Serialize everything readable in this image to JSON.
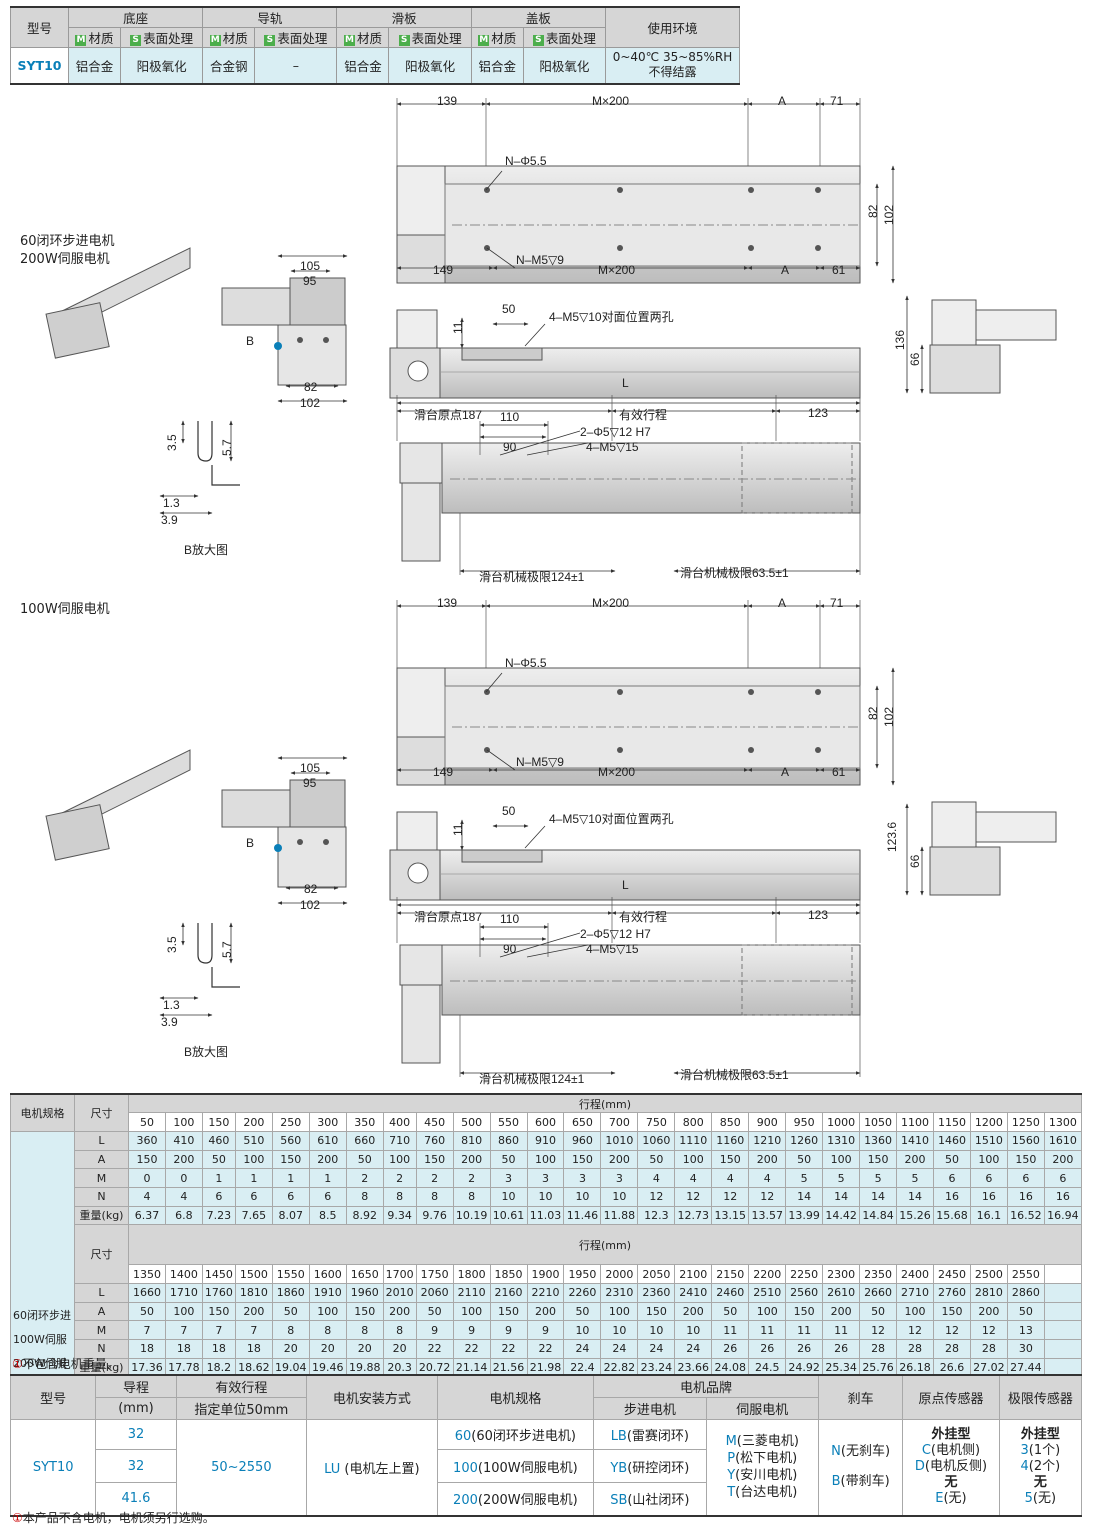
{
  "spec": {
    "model_header": "型号",
    "base": "底座",
    "rail": "导轨",
    "slider": "滑板",
    "cover": "盖板",
    "env_header": "使用环境",
    "material_tag": "M",
    "material": "材质",
    "surface_tag": "S",
    "surface": "表面处理",
    "model": "SYT10",
    "base_material": "铝合金",
    "base_surface": "阳极氧化",
    "rail_material": "合金钢",
    "rail_surface": "–",
    "slider_material": "铝合金",
    "slider_surface": "阳极氧化",
    "cover_material": "铝合金",
    "cover_surface": "阳极氧化",
    "env_line1": "0~40℃ 35~85%RH",
    "env_line2": "不得结露"
  },
  "section1": {
    "title1": "60闭环步进电机",
    "title2": "200W伺服电机"
  },
  "section2": {
    "title": "100W伺服电机"
  },
  "dims": {
    "d139": "139",
    "dMx200": "M×200",
    "dA": "A",
    "d71": "71",
    "dNphi": "N–Φ5.5",
    "d82": "82",
    "d102": "102",
    "d149": "149",
    "dNM5": "N–M5▽9",
    "d61": "61",
    "d105": "105",
    "d95": "95",
    "dB": "B",
    "d11": "11",
    "d50": "50",
    "dM5_10": "4–M5▽10对面位置两孔",
    "d136": "136",
    "d66": "66",
    "d123_6": "123.6",
    "dL": "L",
    "dOrigin": "滑台原点187",
    "dStroke": "有效行程",
    "d123": "123",
    "d110": "110",
    "d90": "90",
    "dPhi5": "2–Φ5▽12 H7",
    "dM5_15": "4–M5▽15",
    "dLimit1": "滑台机械极限124±1",
    "dLimit2": "滑台机械极限63.5±1",
    "d3_5": "3.5",
    "d5_7": "5.7",
    "d1_3": "1.3",
    "d3_9": "3.9",
    "bDetail": "B放大图"
  },
  "stroke_table": {
    "h_motor": "电机规格",
    "h_size": "尺寸",
    "h_stroke": "行程(mm)",
    "motor_lines": [
      "60闭环步进",
      "100W伺服",
      "200W伺服"
    ],
    "row_labels": [
      "L",
      "A",
      "M",
      "N",
      "重量(kg)"
    ],
    "block1": {
      "strokes": [
        "50",
        "100",
        "150",
        "200",
        "250",
        "300",
        "350",
        "400",
        "450",
        "500",
        "550",
        "600",
        "650",
        "700",
        "750",
        "800",
        "850",
        "900",
        "950",
        "1000",
        "1050",
        "1100",
        "1150",
        "1200",
        "1250",
        "1300"
      ],
      "L": [
        "360",
        "410",
        "460",
        "510",
        "560",
        "610",
        "660",
        "710",
        "760",
        "810",
        "860",
        "910",
        "960",
        "1010",
        "1060",
        "1110",
        "1160",
        "1210",
        "1260",
        "1310",
        "1360",
        "1410",
        "1460",
        "1510",
        "1560",
        "1610"
      ],
      "A": [
        "150",
        "200",
        "50",
        "100",
        "150",
        "200",
        "50",
        "100",
        "150",
        "200",
        "50",
        "100",
        "150",
        "200",
        "50",
        "100",
        "150",
        "200",
        "50",
        "100",
        "150",
        "200",
        "50",
        "100",
        "150",
        "200"
      ],
      "M": [
        "0",
        "0",
        "1",
        "1",
        "1",
        "1",
        "2",
        "2",
        "2",
        "2",
        "3",
        "3",
        "3",
        "3",
        "4",
        "4",
        "4",
        "4",
        "5",
        "5",
        "5",
        "5",
        "6",
        "6",
        "6",
        "6"
      ],
      "N": [
        "4",
        "4",
        "6",
        "6",
        "6",
        "6",
        "8",
        "8",
        "8",
        "8",
        "10",
        "10",
        "10",
        "10",
        "12",
        "12",
        "12",
        "12",
        "14",
        "14",
        "14",
        "14",
        "16",
        "16",
        "16",
        "16"
      ],
      "W": [
        "6.37",
        "6.8",
        "7.23",
        "7.65",
        "8.07",
        "8.5",
        "8.92",
        "9.34",
        "9.76",
        "10.19",
        "10.61",
        "11.03",
        "11.46",
        "11.88",
        "12.3",
        "12.73",
        "13.15",
        "13.57",
        "13.99",
        "14.42",
        "14.84",
        "15.26",
        "15.68",
        "16.1",
        "16.52",
        "16.94"
      ]
    },
    "block2": {
      "strokes": [
        "1350",
        "1400",
        "1450",
        "1500",
        "1550",
        "1600",
        "1650",
        "1700",
        "1750",
        "1800",
        "1850",
        "1900",
        "1950",
        "2000",
        "2050",
        "2100",
        "2150",
        "2200",
        "2250",
        "2300",
        "2350",
        "2400",
        "2450",
        "2500",
        "2550"
      ],
      "L": [
        "1660",
        "1710",
        "1760",
        "1810",
        "1860",
        "1910",
        "1960",
        "2010",
        "2060",
        "2110",
        "2160",
        "2210",
        "2260",
        "2310",
        "2360",
        "2410",
        "2460",
        "2510",
        "2560",
        "2610",
        "2660",
        "2710",
        "2760",
        "2810",
        "2860"
      ],
      "A": [
        "50",
        "100",
        "150",
        "200",
        "50",
        "100",
        "150",
        "200",
        "50",
        "100",
        "150",
        "200",
        "50",
        "100",
        "150",
        "200",
        "50",
        "100",
        "150",
        "200",
        "50",
        "100",
        "150",
        "200",
        "50"
      ],
      "M": [
        "7",
        "7",
        "7",
        "7",
        "8",
        "8",
        "8",
        "8",
        "9",
        "9",
        "9",
        "9",
        "10",
        "10",
        "10",
        "10",
        "11",
        "11",
        "11",
        "11",
        "12",
        "12",
        "12",
        "12",
        "13"
      ],
      "N": [
        "18",
        "18",
        "18",
        "18",
        "20",
        "20",
        "20",
        "20",
        "22",
        "22",
        "22",
        "22",
        "24",
        "24",
        "24",
        "24",
        "26",
        "26",
        "26",
        "26",
        "28",
        "28",
        "28",
        "28",
        "30"
      ],
      "W": [
        "17.36",
        "17.78",
        "18.2",
        "18.62",
        "19.04",
        "19.46",
        "19.88",
        "20.3",
        "20.72",
        "21.14",
        "21.56",
        "21.98",
        "22.4",
        "22.82",
        "23.24",
        "23.66",
        "24.08",
        "24.5",
        "24.92",
        "25.34",
        "25.76",
        "26.18",
        "26.6",
        "27.02",
        "27.44"
      ]
    },
    "note": "不包含电机重量。"
  },
  "order_table": {
    "h_model": "型号",
    "h_lead": "导程",
    "h_lead_unit": "(mm)",
    "h_stroke": "有效行程",
    "h_stroke_unit": "指定单位50mm",
    "h_mount": "电机安装方式",
    "h_motor": "电机规格",
    "h_brand": "电机品牌",
    "h_step": "步进电机",
    "h_servo": "伺服电机",
    "h_brake": "刹车",
    "h_origin": "原点传感器",
    "h_limit": "极限传感器",
    "model": "SYT10",
    "leads": [
      "32",
      "32",
      "41.6"
    ],
    "stroke": "50~2550",
    "mount_code": "LU",
    "mount_text": "(电机左上置)",
    "motors": [
      {
        "code": "60",
        "text": "(60闭环步进电机)"
      },
      {
        "code": "100",
        "text": "(100W伺服电机)"
      },
      {
        "code": "200",
        "text": "(200W伺服电机)"
      }
    ],
    "steps": [
      {
        "code": "LB",
        "text": "(雷赛闭环)"
      },
      {
        "code": "YB",
        "text": "(研控闭环)"
      },
      {
        "code": "SB",
        "text": "(山社闭环)"
      }
    ],
    "servos": [
      {
        "code": "M",
        "text": "(三菱电机)"
      },
      {
        "code": "P",
        "text": "(松下电机)"
      },
      {
        "code": "Y",
        "text": "(安川电机)"
      },
      {
        "code": "T",
        "text": "(台达电机)"
      }
    ],
    "brakes": [
      {
        "code": "N",
        "text": "(无刹车)"
      },
      {
        "code": "B",
        "text": "(带刹车)"
      }
    ],
    "origin": {
      "title": "外挂型",
      "c": "C",
      "c_text": "(电机侧)",
      "d": "D",
      "d_text": "(电机反侧)",
      "none": "无",
      "e": "E",
      "e_text": "(无)"
    },
    "limit": {
      "title": "外挂型",
      "v3": "3",
      "v3_text": "(1个)",
      "v4": "4",
      "v4_text": "(2个)",
      "none": "无",
      "v5": "5",
      "v5_text": "(无)"
    },
    "note": "本产品不含电机，电机须另行选购。"
  },
  "colors": {
    "header": "#d6d6d6",
    "row": "#d9eef3",
    "accent": "#0a7fb8",
    "tag": "#4cae4c"
  }
}
